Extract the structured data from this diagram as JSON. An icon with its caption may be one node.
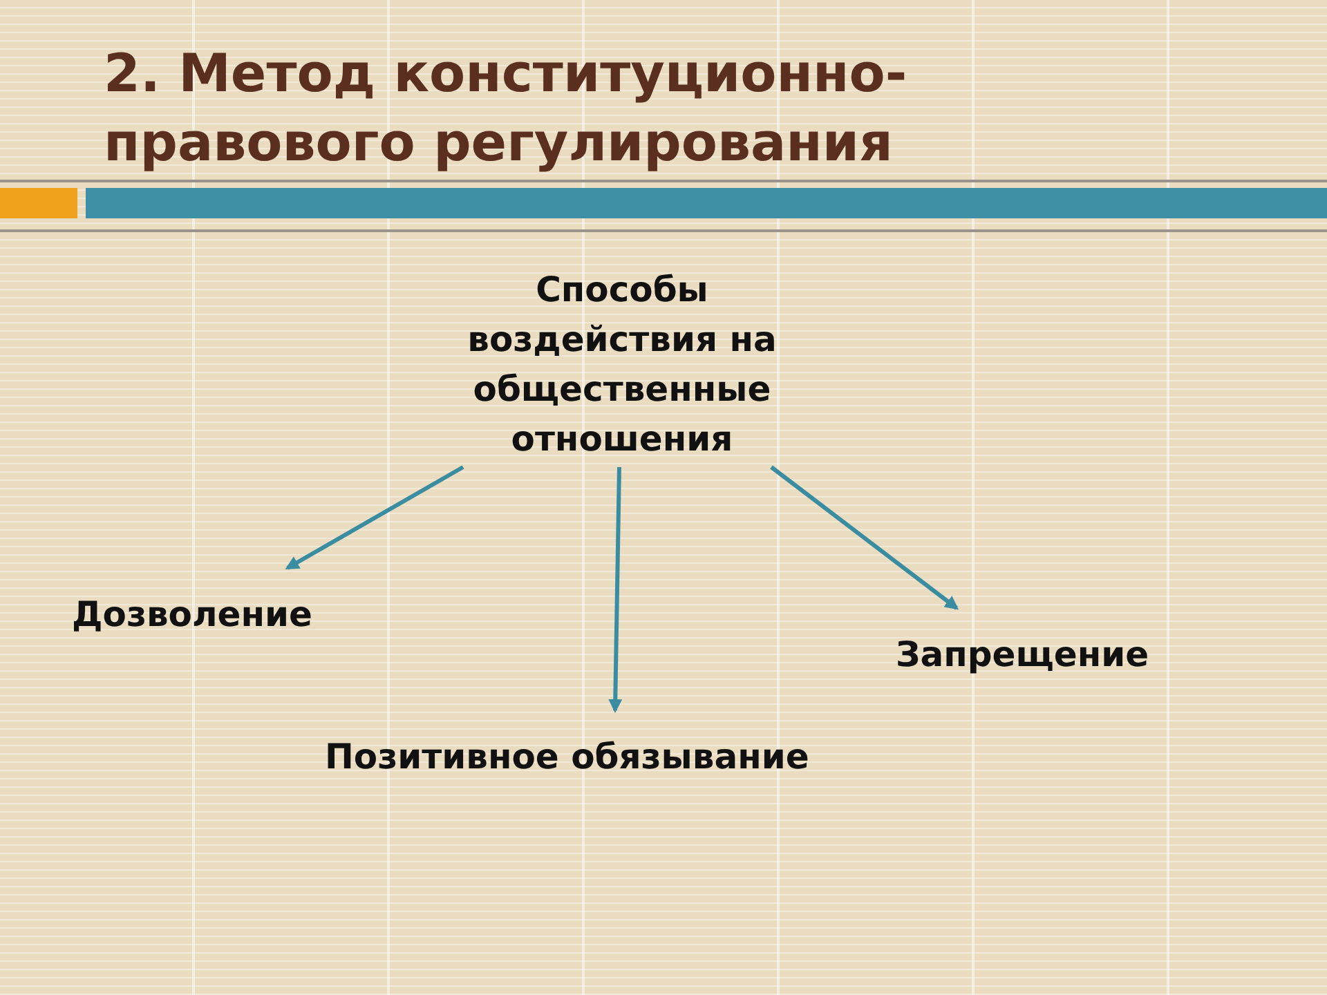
{
  "diagram": {
    "title": "2. Метод конституционно-правового регулирования",
    "nodes": [
      {
        "text": [
          "Способы воздействия на общественные отношения"
        ]
      },
      {
        "text": [
          "Дозволение"
        ]
      },
      {
        "text": [
          "Запрещение"
        ]
      },
      {
        "text": [
          "Позитивное обязывание"
        ]
      }
    ],
    "edges": [
      {
        "from": 0,
        "to": 1,
        "arrow": "to"
      },
      {
        "from": 0,
        "to": 3,
        "arrow": "to"
      },
      {
        "from": 0,
        "to": 2,
        "arrow": "to"
      }
    ]
  }
}
